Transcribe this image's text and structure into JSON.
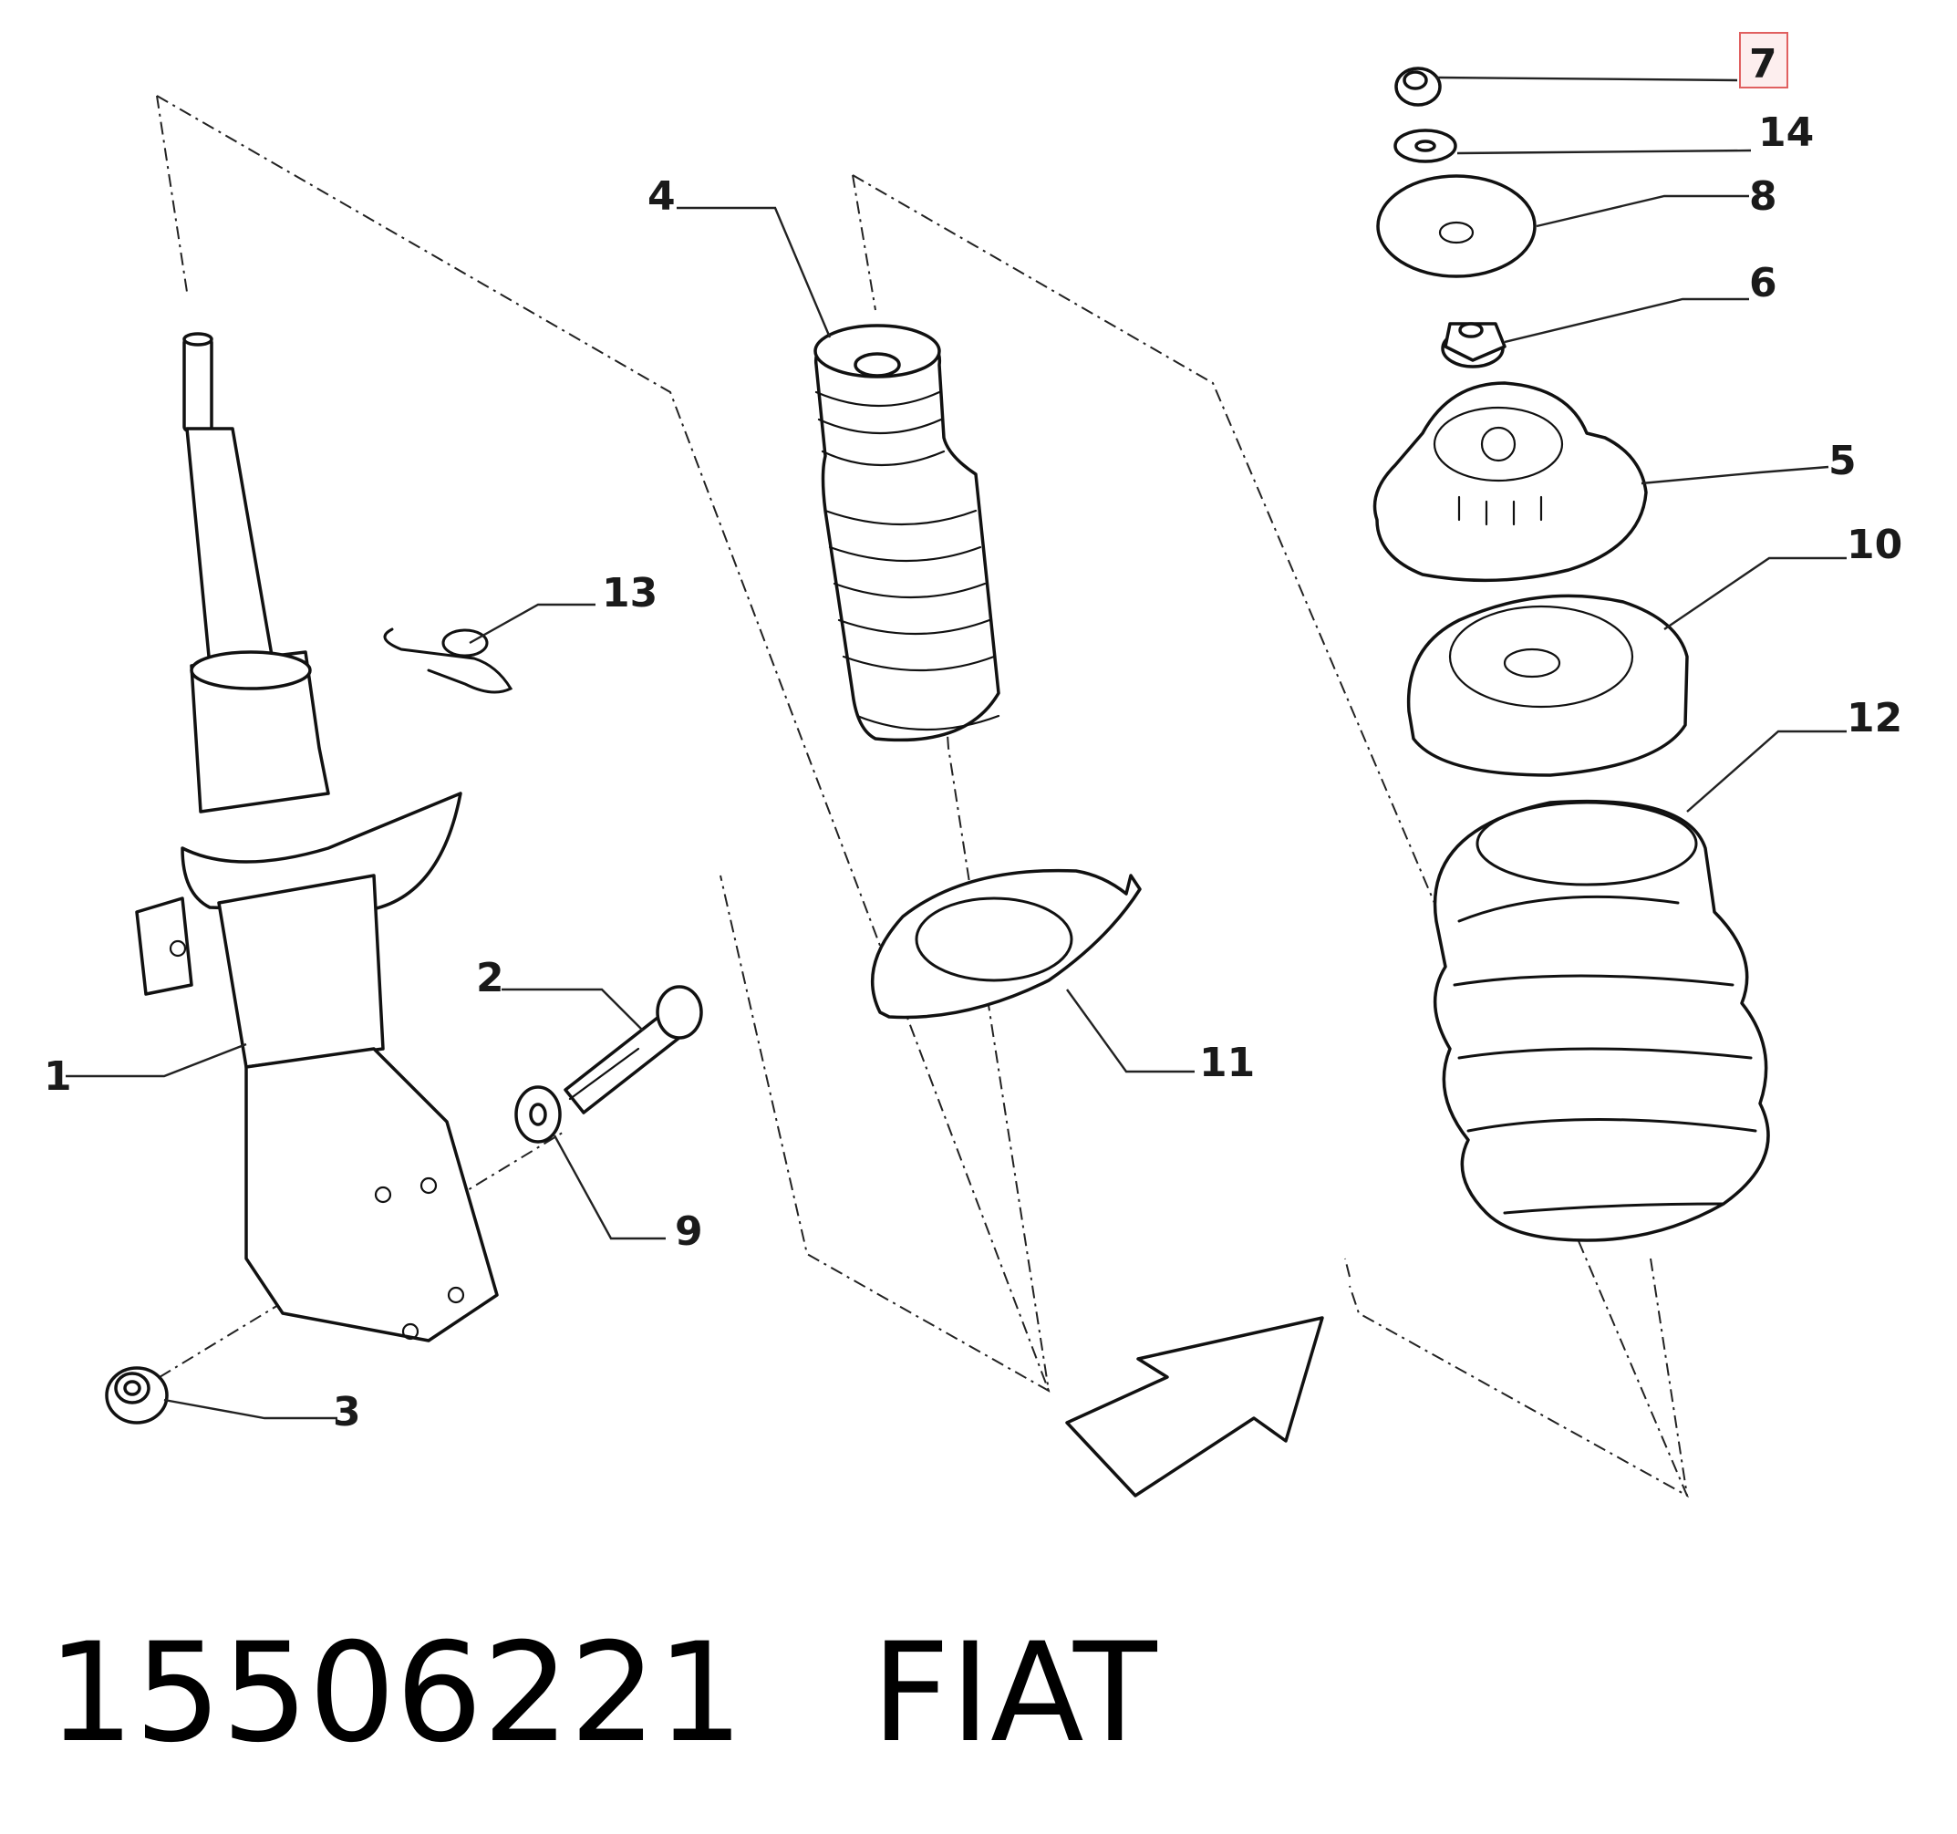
{
  "callouts": {
    "c1": "1",
    "c2": "2",
    "c3": "3",
    "c4": "4",
    "c5": "5",
    "c6": "6",
    "c7": "7",
    "c8": "8",
    "c9": "9",
    "c10": "10",
    "c11": "11",
    "c12": "12",
    "c13": "13",
    "c14": "14"
  },
  "highlighted_callout": "7",
  "footer": {
    "part_number": "15506221",
    "brand": "FIAT"
  }
}
